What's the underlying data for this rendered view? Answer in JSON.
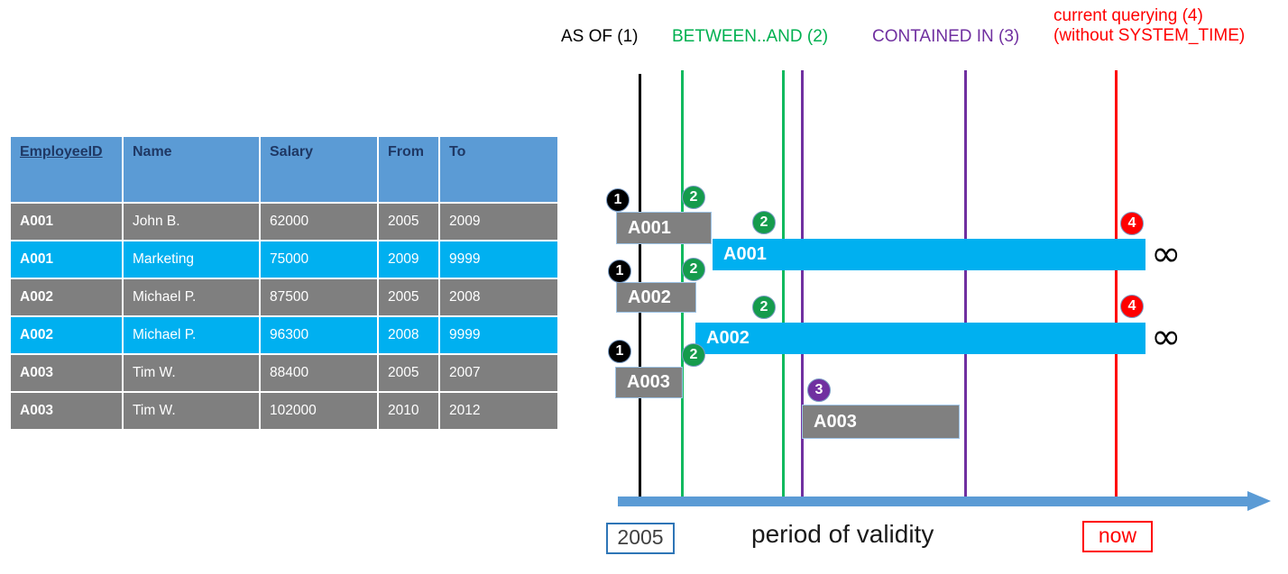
{
  "table": {
    "columns": [
      "EmployeeID",
      "Name",
      "Salary",
      "From",
      "To"
    ],
    "rows": [
      {
        "id": "A001",
        "name": "John  B.",
        "salary": "62000",
        "from": "2005",
        "to": "2009",
        "style": "grey"
      },
      {
        "id": "A001",
        "name": "Marketing",
        "salary": "75000",
        "from": "2009",
        "to": "9999",
        "style": "blue"
      },
      {
        "id": "A002",
        "name": "Michael P.",
        "salary": "87500",
        "from": "2005",
        "to": "2008",
        "style": "grey"
      },
      {
        "id": "A002",
        "name": "Michael P.",
        "salary": "96300",
        "from": "2008",
        "to": "9999",
        "style": "blue"
      },
      {
        "id": "A003",
        "name": "Tim W.",
        "salary": "88400",
        "from": "2005",
        "to": "2007",
        "style": "grey"
      },
      {
        "id": "A003",
        "name": "Tim W.",
        "salary": "102000",
        "from": "2010",
        "to": "2012",
        "style": "grey"
      }
    ]
  },
  "diagram": {
    "headers": [
      {
        "label": "AS OF (1)",
        "color": "#000000"
      },
      {
        "label": "BETWEEN..AND (2)",
        "color": "#00B050"
      },
      {
        "label": "CONTAINED IN (3)",
        "color": "#7030A0"
      },
      {
        "label": "current querying (4)",
        "label2": "(without SYSTEM_TIME)",
        "color": "#FF0000"
      }
    ],
    "bars": [
      {
        "label": "A001",
        "style": "grey"
      },
      {
        "label": "A001",
        "style": "blue"
      },
      {
        "label": "A002",
        "style": "grey"
      },
      {
        "label": "A002",
        "style": "blue"
      },
      {
        "label": "A003",
        "style": "grey"
      },
      {
        "label": "A003",
        "style": "grey"
      }
    ],
    "badges": [
      {
        "num": "1",
        "color": "black"
      },
      {
        "num": "2",
        "color": "green"
      },
      {
        "num": "2",
        "color": "green"
      },
      {
        "num": "4",
        "color": "red"
      },
      {
        "num": "1",
        "color": "black"
      },
      {
        "num": "2",
        "color": "green"
      },
      {
        "num": "2",
        "color": "green"
      },
      {
        "num": "4",
        "color": "red"
      },
      {
        "num": "1",
        "color": "black"
      },
      {
        "num": "2",
        "color": "green"
      },
      {
        "num": "3",
        "color": "purple"
      }
    ],
    "infinity_symbols": [
      "∞",
      "∞"
    ],
    "axis": {
      "start_label": "2005",
      "title": "period of validity",
      "end_label": "now"
    }
  },
  "colors": {
    "header_blue": "#5B9BD5",
    "row_grey": "#7F7F7F",
    "row_blue": "#00B0F0",
    "green": "#00B050",
    "purple": "#7030A0",
    "red": "#FF0000",
    "axis_blue": "#5B9BD5"
  }
}
